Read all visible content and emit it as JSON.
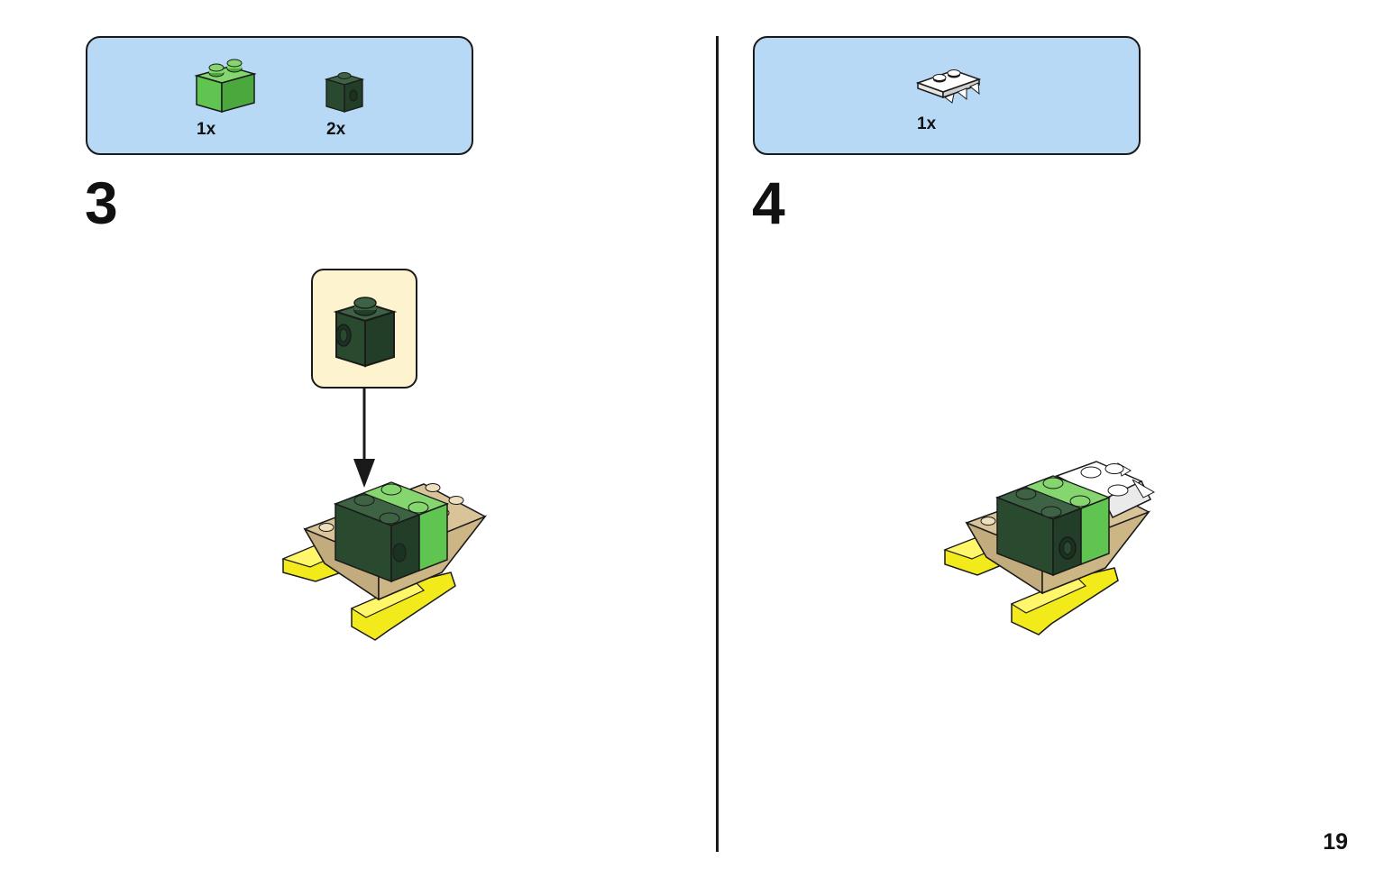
{
  "colors": {
    "panel_blue": "#b8d9f5",
    "callout_cream": "#fdf3cf",
    "bright_green": "#5fc450",
    "dark_green": "#2a4a30",
    "tan": "#d9c49a",
    "yellow": "#f2ea1a",
    "white": "#ffffff"
  },
  "steps": [
    {
      "number": "3",
      "parts": [
        {
          "qty": "1x",
          "icon": "bright-green-1x2-brick-icon"
        },
        {
          "qty": "2x",
          "icon": "dark-green-1x1-side-stud-brick-icon"
        }
      ],
      "callout_icon": "dark-green-1x1-side-stud-brick-icon"
    },
    {
      "number": "4",
      "parts": [
        {
          "qty": "1x",
          "icon": "white-1x3-plate-with-teeth-icon"
        }
      ]
    }
  ],
  "page_number": "19"
}
